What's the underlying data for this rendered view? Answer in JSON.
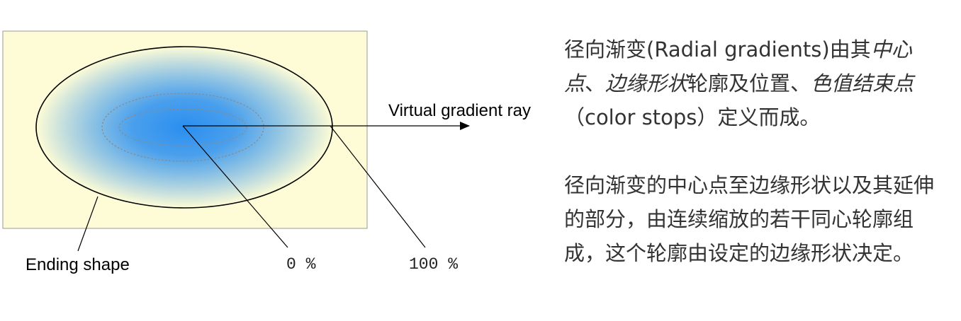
{
  "diagram": {
    "labels": {
      "virtual_ray": "Virtual gradient ray",
      "ending_shape": "Ending shape",
      "stop_start": "0 %",
      "stop_end": "100 %"
    },
    "colors": {
      "background_box": "#fefcd6",
      "gradient_center": "#2a8ff0",
      "gradient_edge": "#fefcd6",
      "outline": "#000000",
      "contour": "#8a8a8a"
    }
  },
  "description": {
    "paragraph1": {
      "part1": "径向渐变(Radial gradients)由其",
      "em1": "中心点",
      "part2": "、",
      "em2": "边缘形状",
      "part3": "轮廓及位置、",
      "em3": "色值结束点",
      "part4": "（color stops）定义而成。"
    },
    "paragraph2": "径向渐变的中心点至边缘形状以及其延伸的部分，由连续缩放的若干同心轮廓组成，这个轮廓由设定的边缘形状决定。"
  }
}
